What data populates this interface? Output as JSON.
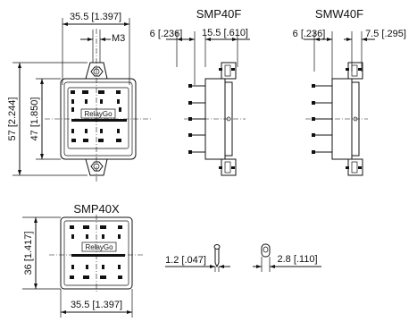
{
  "views": {
    "main_top": {
      "dim_width": "35.5 [1.397]",
      "dim_m3": "M3",
      "dim_outer_height": "57 [2.244]",
      "dim_inner_height": "47 [1.850]",
      "brand": "RelayGo"
    },
    "smp40f": {
      "title": "SMP40F",
      "dim_left": "6 [.236]",
      "dim_right": "15.5 [.610]"
    },
    "smw40f": {
      "title": "SMW40F",
      "dim_left": "6 [.236]",
      "dim_right": "7.5 [.295]"
    },
    "smp40x": {
      "title": "SMP40X",
      "dim_height": "36 [1.417]",
      "dim_width": "35.5 [1.397]",
      "brand": "RelayGo"
    },
    "pins": {
      "pin_width": "1.2 [.047]",
      "tab_width": "2.8 [.110]"
    }
  }
}
